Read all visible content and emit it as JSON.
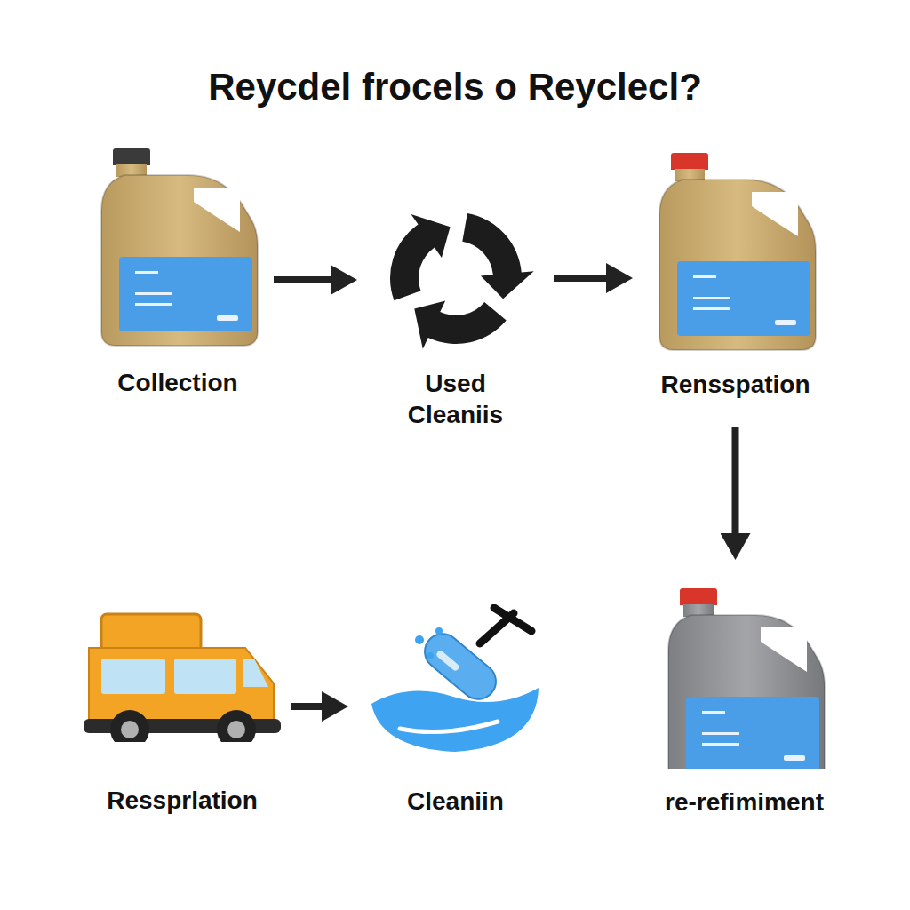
{
  "diagram": {
    "title": "Reycdel frocels o Reyclecl?",
    "nodes": [
      {
        "text": [
          "Collection"
        ]
      },
      {
        "text": [
          "Used Cleaniis"
        ]
      },
      {
        "text": [
          "Rensspation"
        ]
      },
      {
        "text": [
          "Ressprlation"
        ]
      },
      {
        "text": [
          "Cleaniin"
        ]
      },
      {
        "text": [
          "re-refimiment"
        ]
      }
    ],
    "edges": [
      {
        "from": 0,
        "to": 1,
        "arrow": "to"
      },
      {
        "from": 1,
        "to": 2,
        "arrow": "to"
      },
      {
        "from": 2,
        "to": 5,
        "arrow": "to"
      },
      {
        "from": 3,
        "to": 4,
        "arrow": "to"
      }
    ]
  }
}
